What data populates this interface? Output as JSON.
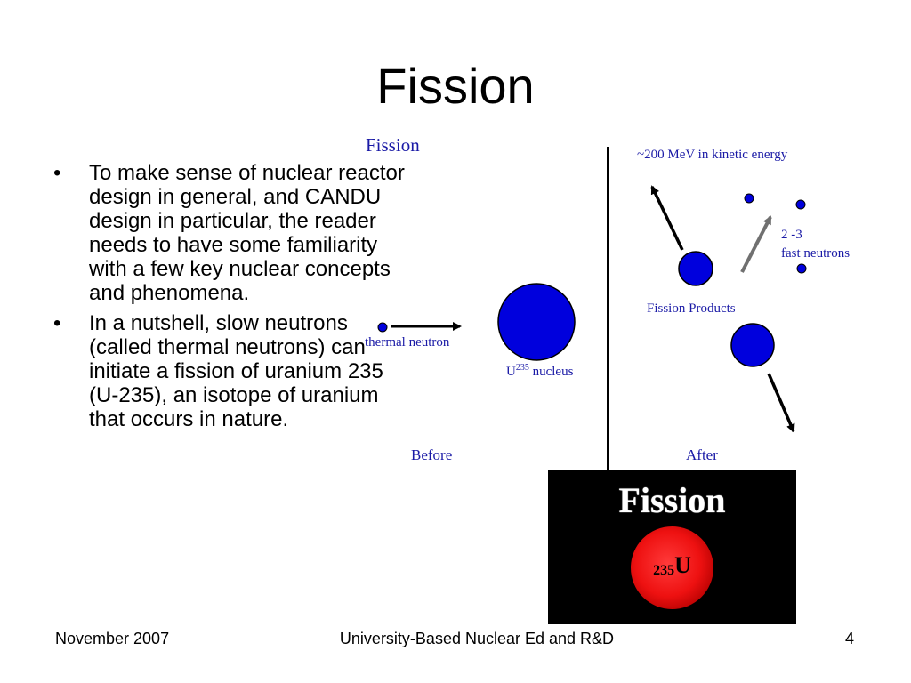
{
  "slide": {
    "title": "Fission",
    "bullets": [
      "To make sense of nuclear reactor design in general, and CANDU design in particular, the reader needs to have some familiarity with a few key nuclear concepts and phenomena.",
      "In a nutshell, slow neutrons (called thermal neutrons) can initiate a fission of uranium 235 (U-235), an isotope of uranium that occurs in nature."
    ],
    "bullet_glyph": "•"
  },
  "diagram": {
    "title": "Fission",
    "energy_label": "~200 MeV in kinetic energy",
    "neutrons_count_label": "2 -3",
    "neutrons_label": "fast neutrons",
    "fission_products_label": "Fission Products",
    "thermal_neutron_label": "thermal neutron",
    "nucleus_label_prefix": "U",
    "nucleus_label_sup": "235",
    "nucleus_label_suffix": " nucleus",
    "before_label": "Before",
    "after_label": "After",
    "colors": {
      "label_blue": "#1a1aa6",
      "ball_blue": "#0000dd",
      "ball_outline": "#000000",
      "gray_arrow": "#707070"
    }
  },
  "fission_image": {
    "title": "Fission",
    "ball_sup": "235",
    "ball_text": "U",
    "colors": {
      "background": "#000000",
      "ball_red": "#ee1111"
    }
  },
  "footer": {
    "date": "November 2007",
    "center": "University-Based Nuclear Ed and R&D",
    "page": "4"
  }
}
